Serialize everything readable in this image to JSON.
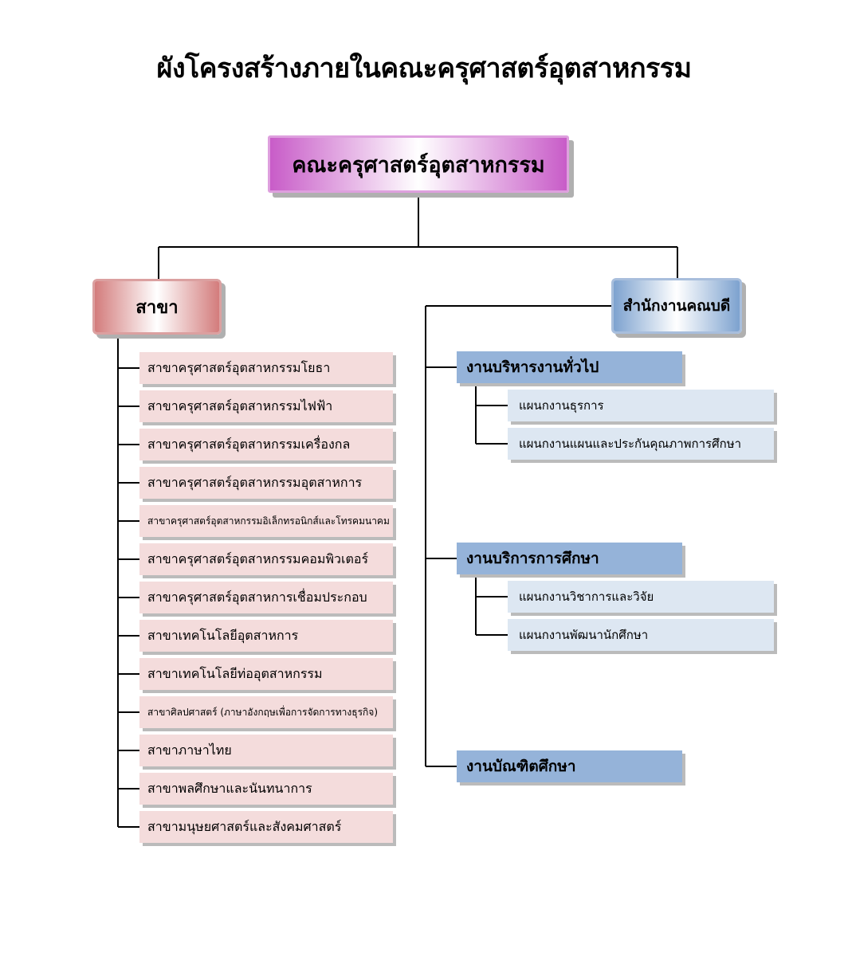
{
  "title": "ผังโครงสร้างภายในคณะครุศาสตร์อุตสาหกรรม",
  "root": {
    "label": "คณะครุศาสตร์อุตสาหกรรม"
  },
  "left_branch": {
    "label": "สาขา",
    "items": [
      {
        "label": "สาขาครุศาสตร์อุตสาหกรรมโยธา"
      },
      {
        "label": "สาขาครุศาสตร์อุตสาหกรรมไฟฟ้า"
      },
      {
        "label": "สาขาครุศาสตร์อุตสาหกรรมเครื่องกล"
      },
      {
        "label": "สาขาครุศาสตร์อุตสาหกรรมอุตสาหการ"
      },
      {
        "label": "สาขาครุศาสตร์อุตสาหกรรมอิเล็กทรอนิกส์และโทรคมนาคม"
      },
      {
        "label": "สาขาครุศาสตร์อุตสาหกรรมคอมพิวเตอร์"
      },
      {
        "label": "สาขาครุศาสตร์อุตสาหการเชื่อมประกอบ"
      },
      {
        "label": "สาขาเทคโนโลยีอุตสาหการ"
      },
      {
        "label": "สาขาเทคโนโลยีท่ออุตสาหกรรม"
      },
      {
        "label": "สาขาศิลปศาสตร์ (ภาษาอังกฤษเพื่อการจัดการทางธุรกิจ)"
      },
      {
        "label": "สาขาภาษาไทย"
      },
      {
        "label": "สาขาพลศึกษาและนันทนาการ"
      },
      {
        "label": "สาขามนุษยศาสตร์และสังคมศาสตร์"
      }
    ]
  },
  "right_branch": {
    "label": "สำนักงานคณบดี",
    "groups": [
      {
        "label": "งานบริหารงานทั่วไป",
        "subs": [
          {
            "label": "แผนกงานธุรการ"
          },
          {
            "label": "แผนกงานแผนและประกันคุณภาพการศึกษา"
          }
        ]
      },
      {
        "label": "งานบริการการศึกษา",
        "subs": [
          {
            "label": "แผนกงานวิชาการและวิจัย"
          },
          {
            "label": "แผนกงานพัฒนานักศึกษา"
          }
        ]
      },
      {
        "label": "งานบัณฑิตศึกษา",
        "subs": []
      }
    ]
  },
  "colors": {
    "root": "#c85cc8",
    "left_branch": "#d37c7c",
    "right_branch": "#7da2cf",
    "dept_fill": "#f4dcdc",
    "work_fill": "#95b3d9",
    "sub_fill": "#dde7f2"
  }
}
